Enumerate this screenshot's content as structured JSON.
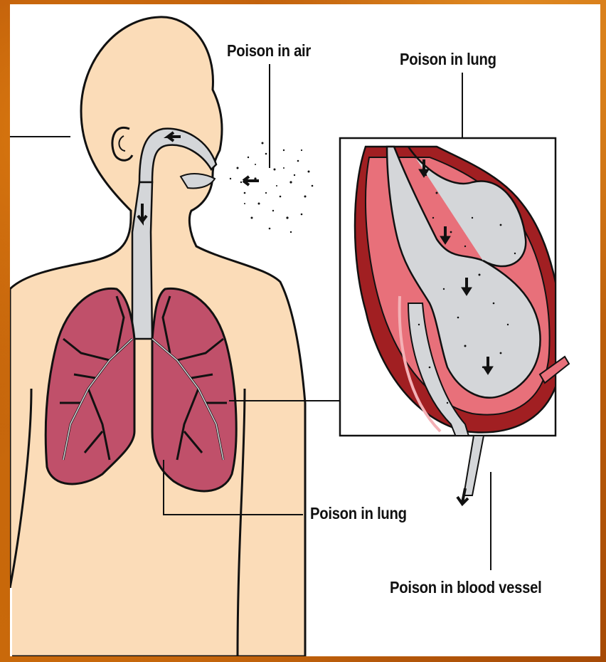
{
  "labels": {
    "poison_in_air": "Poison in air",
    "poison_in_lung_top": "Poison in lung",
    "poison_in_lung_bottom": "Poison in lung",
    "poison_in_blood_vessel": "Poison in blood vessel"
  },
  "colors": {
    "frame": "#c7660d",
    "skin": "#fbdcb8",
    "lung": "#c0506a",
    "blood_dark": "#a11f22",
    "blood_light": "#e8707a",
    "airway": "#d4d6d9",
    "outline": "#111111"
  }
}
